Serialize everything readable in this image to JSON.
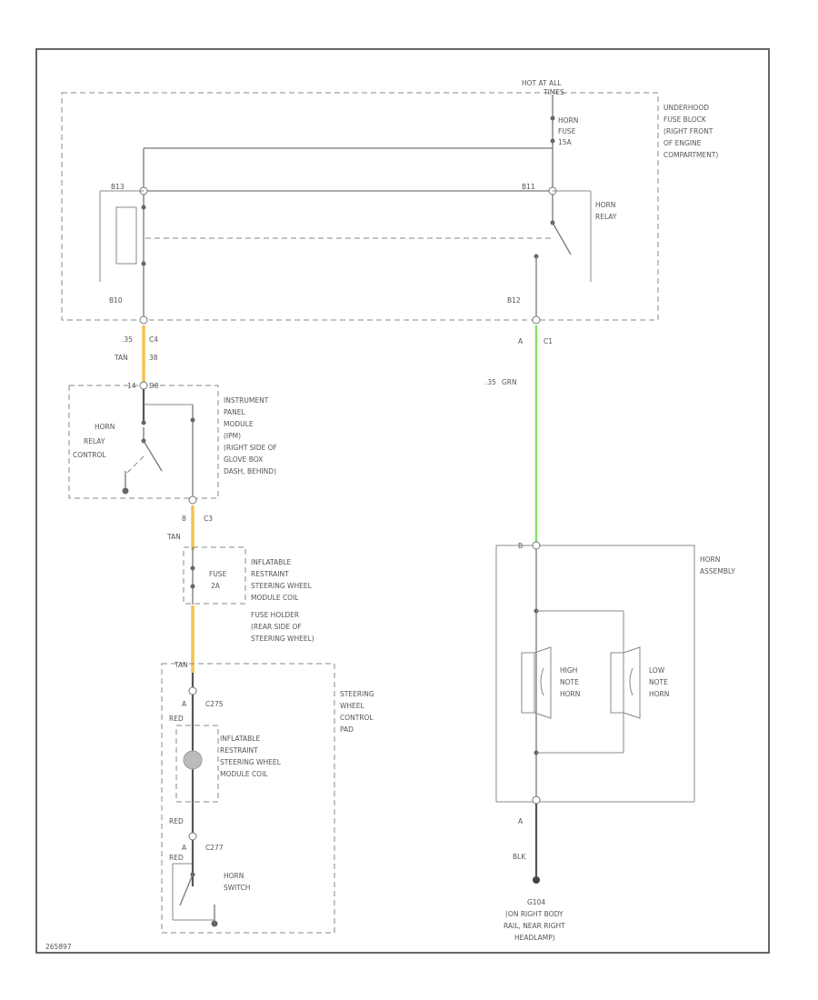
{
  "title_top": "HOT AT ALL",
  "title_top2": "TIMES",
  "underhood": {
    "label": [
      "UNDERHOOD",
      "FUSE BLOCK",
      "(RIGHT FRONT",
      "OF ENGINE",
      "COMPARTMENT)"
    ],
    "fuse": [
      "HORN",
      "FUSE",
      "15A"
    ],
    "relay": [
      "HORN",
      "RELAY"
    ],
    "pins": [
      "B13",
      "B11",
      "B10",
      "B12"
    ]
  },
  "ipm_conn": {
    "wire_gauge": ".35",
    "color": "TAN",
    "conn": "C4",
    "pin": "38",
    "pin_top": "14"
  },
  "ipm": {
    "label": [
      "INSTRUMENT",
      "PANEL",
      "MODULE",
      "(IPM)",
      "(RIGHT SIDE OF",
      "GLOVE BOX",
      "DASH, BEHIND)"
    ],
    "control": [
      "HORN",
      "RELAY",
      "CONTROL"
    ]
  },
  "ipm_out": {
    "pin": "8",
    "conn": "C3",
    "color": "TAN"
  },
  "fuse_coil": {
    "label": [
      "INFLATABLE",
      "RESTRAINT",
      "STEERING WHEEL",
      "MODULE COIL"
    ],
    "fuse": [
      "FUSE",
      "2A"
    ],
    "holder": [
      "FUSE HOLDER",
      "(REAR SIDE OF",
      "STEERING WHEEL)"
    ]
  },
  "horn_wire": {
    "gauge": ".35",
    "color": "GRN",
    "pin": "A",
    "conn": "C1"
  },
  "horn_assembly": {
    "label": [
      "HORN",
      "ASSEMBLY"
    ],
    "pin_top": "B",
    "high": [
      "HIGH",
      "NOTE",
      "HORN"
    ],
    "low": [
      "LOW",
      "NOTE",
      "HORN"
    ],
    "pin_bottom": "A"
  },
  "ground": {
    "wire": "BLK",
    "id": "G104",
    "location": [
      "(ON RIGHT BODY",
      "RAIL, NEAR RIGHT",
      "HEADLAMP)"
    ]
  },
  "steering": {
    "label": [
      "STEERING",
      "WHEEL",
      "CONTROL",
      "PAD"
    ],
    "tan": "TAN",
    "c275": "C275",
    "pin_a": "A",
    "red": "RED",
    "coil": [
      "INFLATABLE",
      "RESTRAINT",
      "STEERING WHEEL",
      "MODULE COIL"
    ],
    "red2": "RED",
    "c277": "C277",
    "pin_b": "A",
    "red3": "RED",
    "switch": [
      "HORN",
      "SWITCH"
    ]
  },
  "footer_code": "265897"
}
